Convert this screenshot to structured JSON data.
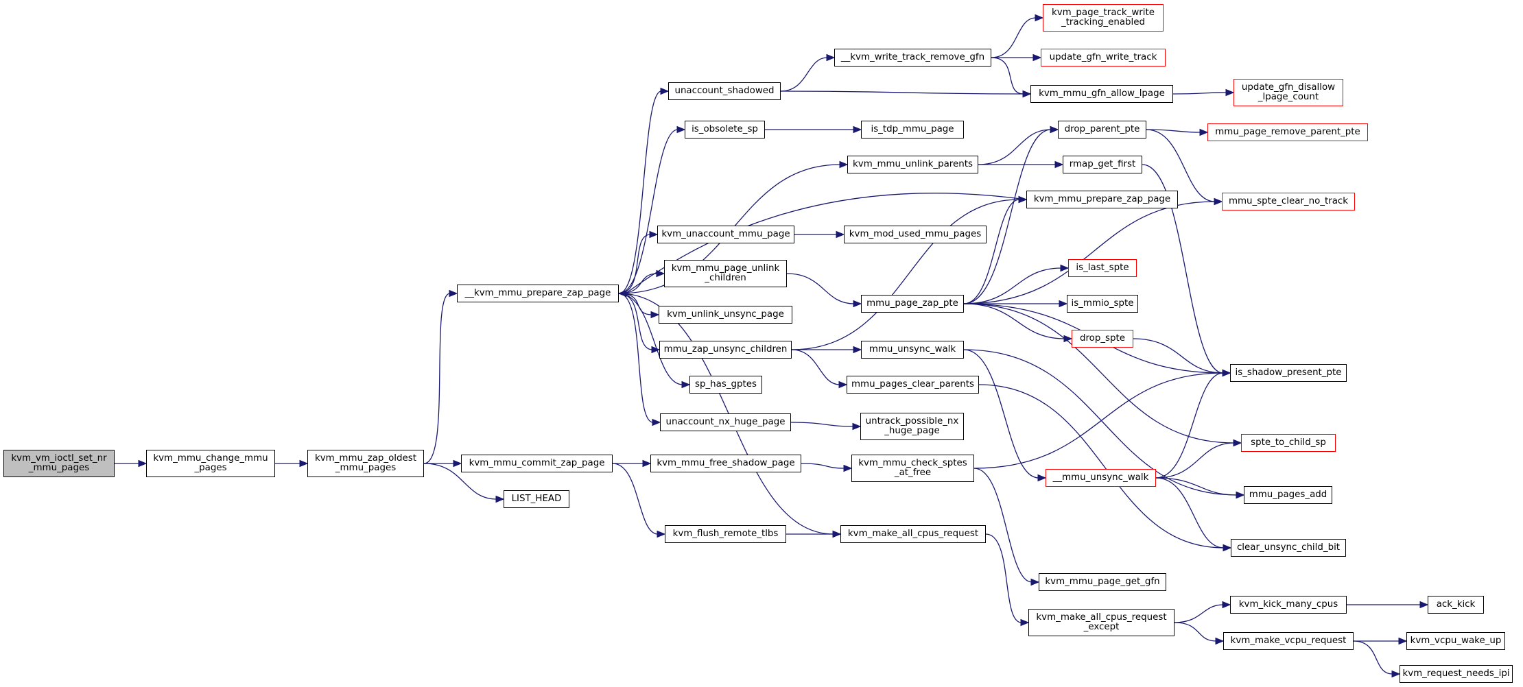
{
  "graph": {
    "edge_color": "#191970",
    "border_color": "#000000",
    "missing_border_color": "#ff0000",
    "root_fill": "#bfbfbf",
    "nodes": [
      {
        "id": "kvm_vm_ioctl_set_nr_mmu_pages",
        "label": "kvm_vm_ioctl_set_nr\n_mmu_pages",
        "root": true
      },
      {
        "id": "kvm_mmu_change_mmu_pages",
        "label": "kvm_mmu_change_mmu\n_pages"
      },
      {
        "id": "kvm_mmu_zap_oldest_mmu_pages",
        "label": "kvm_mmu_zap_oldest\n_mmu_pages"
      },
      {
        "id": "__kvm_mmu_prepare_zap_page",
        "label": "__kvm_mmu_prepare_zap_page"
      },
      {
        "id": "kvm_mmu_commit_zap_page",
        "label": "kvm_mmu_commit_zap_page"
      },
      {
        "id": "LIST_HEAD",
        "label": "LIST_HEAD"
      },
      {
        "id": "unaccount_shadowed",
        "label": "unaccount_shadowed"
      },
      {
        "id": "is_obsolete_sp",
        "label": "is_obsolete_sp"
      },
      {
        "id": "kvm_unaccount_mmu_page",
        "label": "kvm_unaccount_mmu_page"
      },
      {
        "id": "kvm_mmu_page_unlink_children",
        "label": "kvm_mmu_page_unlink\n_children"
      },
      {
        "id": "kvm_unlink_unsync_page",
        "label": "kvm_unlink_unsync_page"
      },
      {
        "id": "mmu_zap_unsync_children",
        "label": "mmu_zap_unsync_children"
      },
      {
        "id": "sp_has_gptes",
        "label": "sp_has_gptes"
      },
      {
        "id": "unaccount_nx_huge_page",
        "label": "unaccount_nx_huge_page"
      },
      {
        "id": "kvm_mmu_free_shadow_page",
        "label": "kvm_mmu_free_shadow_page"
      },
      {
        "id": "kvm_flush_remote_tlbs",
        "label": "kvm_flush_remote_tlbs"
      },
      {
        "id": "__kvm_write_track_remove_gfn",
        "label": "__kvm_write_track_remove_gfn"
      },
      {
        "id": "is_tdp_mmu_page",
        "label": "is_tdp_mmu_page"
      },
      {
        "id": "kvm_mmu_unlink_parents",
        "label": "kvm_mmu_unlink_parents"
      },
      {
        "id": "kvm_mod_used_mmu_pages",
        "label": "kvm_mod_used_mmu_pages"
      },
      {
        "id": "mmu_page_zap_pte",
        "label": "mmu_page_zap_pte"
      },
      {
        "id": "mmu_unsync_walk",
        "label": "mmu_unsync_walk"
      },
      {
        "id": "mmu_pages_clear_parents",
        "label": "mmu_pages_clear_parents"
      },
      {
        "id": "untrack_possible_nx_huge_page",
        "label": "untrack_possible_nx\n_huge_page"
      },
      {
        "id": "kvm_mmu_check_sptes_at_free",
        "label": "kvm_mmu_check_sptes\n_at_free"
      },
      {
        "id": "kvm_make_all_cpus_request",
        "label": "kvm_make_all_cpus_request"
      },
      {
        "id": "kvm_page_track_write_tracking_enabled",
        "label": "kvm_page_track_write\n_tracking_enabled",
        "missing": true
      },
      {
        "id": "update_gfn_write_track",
        "label": "update_gfn_write_track",
        "missing": true
      },
      {
        "id": "kvm_mmu_gfn_allow_lpage",
        "label": "kvm_mmu_gfn_allow_lpage"
      },
      {
        "id": "drop_parent_pte",
        "label": "drop_parent_pte"
      },
      {
        "id": "rmap_get_first",
        "label": "rmap_get_first"
      },
      {
        "id": "kvm_mmu_prepare_zap_page",
        "label": "kvm_mmu_prepare_zap_page"
      },
      {
        "id": "is_last_spte",
        "label": "is_last_spte",
        "missing": true
      },
      {
        "id": "is_mmio_spte",
        "label": "is_mmio_spte"
      },
      {
        "id": "drop_spte",
        "label": "drop_spte",
        "missing": true
      },
      {
        "id": "__mmu_unsync_walk",
        "label": "__mmu_unsync_walk",
        "missing": true
      },
      {
        "id": "kvm_mmu_page_get_gfn",
        "label": "kvm_mmu_page_get_gfn"
      },
      {
        "id": "kvm_make_all_cpus_request_except",
        "label": "kvm_make_all_cpus_request\n_except"
      },
      {
        "id": "update_gfn_disallow_lpage_count",
        "label": "update_gfn_disallow\n_lpage_count",
        "missing": true
      },
      {
        "id": "mmu_page_remove_parent_pte",
        "label": "mmu_page_remove_parent_pte",
        "missing": true
      },
      {
        "id": "mmu_spte_clear_no_track",
        "label": "mmu_spte_clear_no_track",
        "missing": true
      },
      {
        "id": "is_shadow_present_pte",
        "label": "is_shadow_present_pte"
      },
      {
        "id": "spte_to_child_sp",
        "label": "spte_to_child_sp",
        "missing": true
      },
      {
        "id": "mmu_pages_add",
        "label": "mmu_pages_add"
      },
      {
        "id": "clear_unsync_child_bit",
        "label": "clear_unsync_child_bit"
      },
      {
        "id": "kvm_kick_many_cpus",
        "label": "kvm_kick_many_cpus"
      },
      {
        "id": "kvm_make_vcpu_request",
        "label": "kvm_make_vcpu_request"
      },
      {
        "id": "ack_kick",
        "label": "ack_kick"
      },
      {
        "id": "kvm_vcpu_wake_up",
        "label": "kvm_vcpu_wake_up"
      },
      {
        "id": "kvm_request_needs_ipi",
        "label": "kvm_request_needs_ipi"
      }
    ],
    "edges": [
      [
        "kvm_vm_ioctl_set_nr_mmu_pages",
        "kvm_mmu_change_mmu_pages"
      ],
      [
        "kvm_mmu_change_mmu_pages",
        "kvm_mmu_zap_oldest_mmu_pages"
      ],
      [
        "kvm_mmu_zap_oldest_mmu_pages",
        "__kvm_mmu_prepare_zap_page"
      ],
      [
        "kvm_mmu_zap_oldest_mmu_pages",
        "kvm_mmu_commit_zap_page"
      ],
      [
        "kvm_mmu_zap_oldest_mmu_pages",
        "LIST_HEAD"
      ],
      [
        "__kvm_mmu_prepare_zap_page",
        "unaccount_shadowed"
      ],
      [
        "__kvm_mmu_prepare_zap_page",
        "is_obsolete_sp"
      ],
      [
        "__kvm_mmu_prepare_zap_page",
        "kvm_mmu_unlink_parents"
      ],
      [
        "__kvm_mmu_prepare_zap_page",
        "kvm_unaccount_mmu_page"
      ],
      [
        "__kvm_mmu_prepare_zap_page",
        "kvm_mmu_page_unlink_children"
      ],
      [
        "__kvm_mmu_prepare_zap_page",
        "kvm_unlink_unsync_page"
      ],
      [
        "__kvm_mmu_prepare_zap_page",
        "mmu_zap_unsync_children"
      ],
      [
        "__kvm_mmu_prepare_zap_page",
        "sp_has_gptes"
      ],
      [
        "__kvm_mmu_prepare_zap_page",
        "unaccount_nx_huge_page"
      ],
      [
        "__kvm_mmu_prepare_zap_page",
        "kvm_make_all_cpus_request"
      ],
      [
        "kvm_mmu_prepare_zap_page",
        "__kvm_mmu_prepare_zap_page"
      ],
      [
        "kvm_mmu_commit_zap_page",
        "kvm_mmu_free_shadow_page"
      ],
      [
        "kvm_mmu_commit_zap_page",
        "kvm_flush_remote_tlbs"
      ],
      [
        "unaccount_shadowed",
        "__kvm_write_track_remove_gfn"
      ],
      [
        "unaccount_shadowed",
        "kvm_mmu_gfn_allow_lpage"
      ],
      [
        "__kvm_write_track_remove_gfn",
        "kvm_page_track_write_tracking_enabled"
      ],
      [
        "__kvm_write_track_remove_gfn",
        "update_gfn_write_track"
      ],
      [
        "__kvm_write_track_remove_gfn",
        "kvm_mmu_gfn_allow_lpage"
      ],
      [
        "kvm_mmu_gfn_allow_lpage",
        "update_gfn_disallow_lpage_count"
      ],
      [
        "is_obsolete_sp",
        "is_tdp_mmu_page"
      ],
      [
        "kvm_mmu_unlink_parents",
        "drop_parent_pte"
      ],
      [
        "kvm_mmu_unlink_parents",
        "rmap_get_first"
      ],
      [
        "drop_parent_pte",
        "mmu_page_remove_parent_pte"
      ],
      [
        "drop_parent_pte",
        "mmu_spte_clear_no_track"
      ],
      [
        "rmap_get_first",
        "is_shadow_present_pte"
      ],
      [
        "kvm_unaccount_mmu_page",
        "kvm_mod_used_mmu_pages"
      ],
      [
        "kvm_mmu_page_unlink_children",
        "mmu_page_zap_pte"
      ],
      [
        "mmu_page_zap_pte",
        "drop_parent_pte"
      ],
      [
        "mmu_page_zap_pte",
        "kvm_mmu_prepare_zap_page"
      ],
      [
        "mmu_page_zap_pte",
        "mmu_spte_clear_no_track"
      ],
      [
        "mmu_page_zap_pte",
        "is_last_spte"
      ],
      [
        "mmu_page_zap_pte",
        "is_mmio_spte"
      ],
      [
        "mmu_page_zap_pte",
        "drop_spte"
      ],
      [
        "mmu_page_zap_pte",
        "is_shadow_present_pte"
      ],
      [
        "mmu_page_zap_pte",
        "spte_to_child_sp"
      ],
      [
        "drop_spte",
        "is_shadow_present_pte"
      ],
      [
        "mmu_zap_unsync_children",
        "kvm_mmu_prepare_zap_page"
      ],
      [
        "mmu_zap_unsync_children",
        "mmu_unsync_walk"
      ],
      [
        "mmu_zap_unsync_children",
        "mmu_pages_clear_parents"
      ],
      [
        "mmu_unsync_walk",
        "__mmu_unsync_walk"
      ],
      [
        "mmu_unsync_walk",
        "mmu_pages_add"
      ],
      [
        "mmu_pages_clear_parents",
        "clear_unsync_child_bit"
      ],
      [
        "__mmu_unsync_walk",
        "is_shadow_present_pte"
      ],
      [
        "__mmu_unsync_walk",
        "spte_to_child_sp"
      ],
      [
        "__mmu_unsync_walk",
        "mmu_pages_add"
      ],
      [
        "__mmu_unsync_walk",
        "clear_unsync_child_bit"
      ],
      [
        "unaccount_nx_huge_page",
        "untrack_possible_nx_huge_page"
      ],
      [
        "kvm_mmu_free_shadow_page",
        "kvm_mmu_check_sptes_at_free"
      ],
      [
        "kvm_mmu_check_sptes_at_free",
        "is_shadow_present_pte"
      ],
      [
        "kvm_mmu_check_sptes_at_free",
        "kvm_mmu_page_get_gfn"
      ],
      [
        "kvm_flush_remote_tlbs",
        "kvm_make_all_cpus_request"
      ],
      [
        "kvm_make_all_cpus_request",
        "kvm_make_all_cpus_request_except"
      ],
      [
        "kvm_make_all_cpus_request_except",
        "kvm_kick_many_cpus"
      ],
      [
        "kvm_make_all_cpus_request_except",
        "kvm_make_vcpu_request"
      ],
      [
        "kvm_kick_many_cpus",
        "ack_kick"
      ],
      [
        "kvm_make_vcpu_request",
        "kvm_vcpu_wake_up"
      ],
      [
        "kvm_make_vcpu_request",
        "kvm_request_needs_ipi"
      ]
    ]
  }
}
